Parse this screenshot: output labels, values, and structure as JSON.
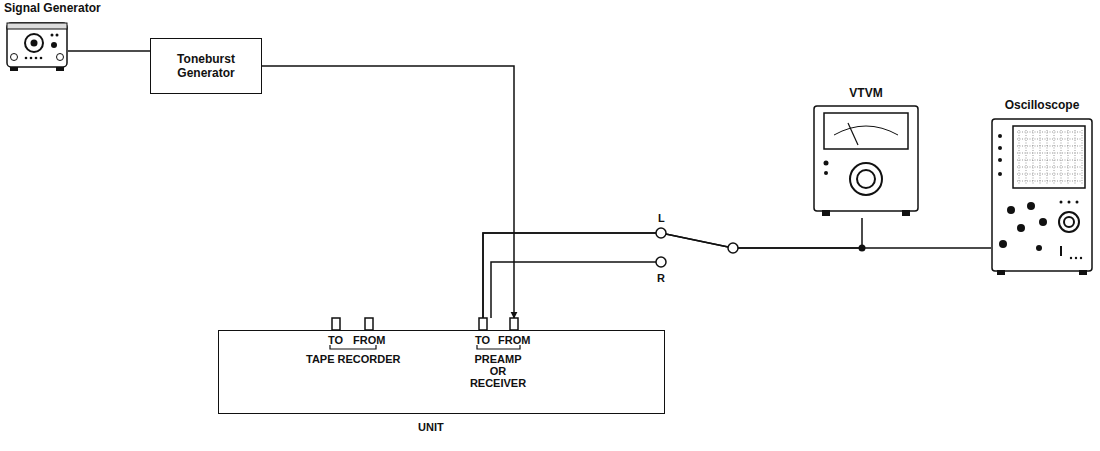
{
  "diagram": {
    "nodes": [
      {
        "text": [
          "Signal Generator"
        ]
      },
      {
        "text": [
          "Toneburst Generator"
        ]
      },
      {
        "text": [
          "UNIT"
        ]
      },
      {
        "text": [
          "VTVM"
        ]
      },
      {
        "text": [
          "Oscilloscope"
        ]
      }
    ],
    "edges": [
      {
        "from": 0,
        "to": 1,
        "arrow": "none"
      },
      {
        "from": 1,
        "to": 2,
        "arrow": "to"
      },
      {
        "from": 2,
        "to": 3,
        "arrow": "none"
      },
      {
        "from": 2,
        "to": 4,
        "arrow": "none"
      }
    ],
    "labels": [
      "TO",
      "FROM",
      "TAPE RECORDER",
      "TO",
      "FROM",
      "PREAMP OR RECEIVER",
      "L",
      "R"
    ]
  }
}
